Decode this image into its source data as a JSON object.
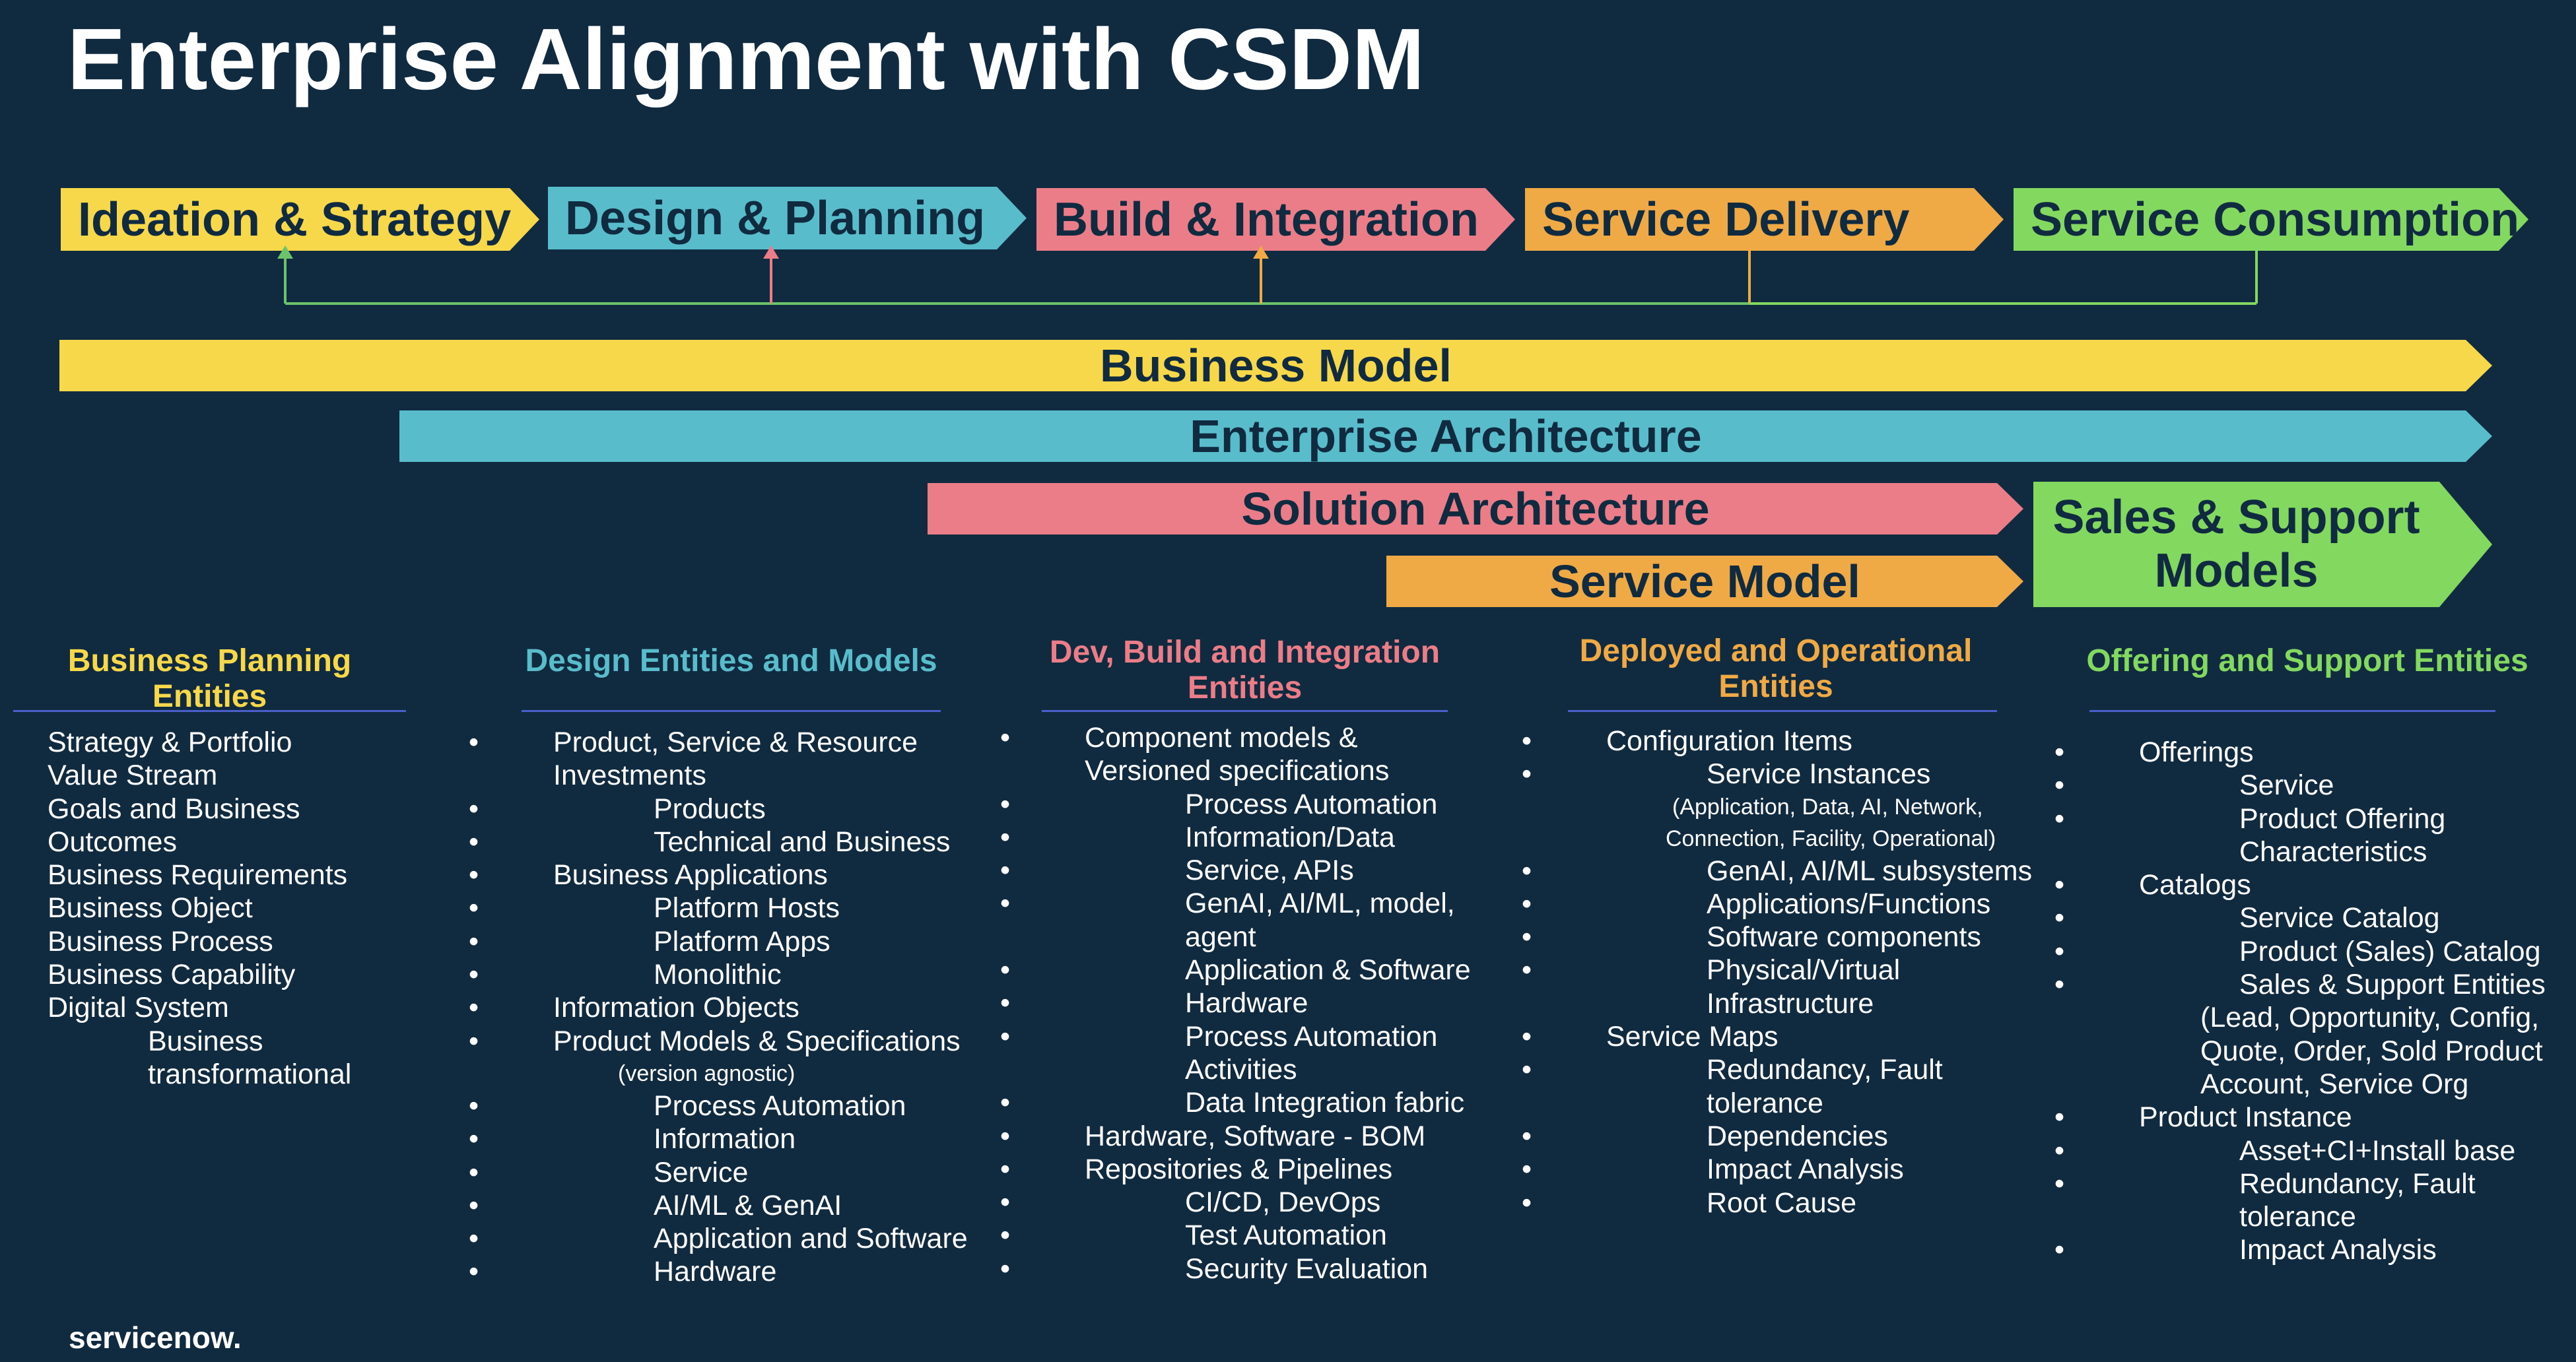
{
  "title": "Enterprise Alignment with CSDM",
  "colors": {
    "background": "#102a40",
    "yellow": "#f7d84a",
    "teal": "#58bccb",
    "pink": "#ea7d87",
    "orange": "#f0aa45",
    "green": "#83d860",
    "dark_text": "#102a40",
    "rule": "#4a5fc9"
  },
  "phases": [
    {
      "label": "Ideation & Strategy"
    },
    {
      "label": "Design & Planning"
    },
    {
      "label": "Build & Integration"
    },
    {
      "label": "Service Delivery"
    },
    {
      "label": "Service Consumption"
    }
  ],
  "bands": {
    "business_model": "Business Model",
    "enterprise_architecture": "Enterprise Architecture",
    "solution_architecture": "Solution Architecture",
    "service_model": "Service Model",
    "sales_support_line1": "Sales & Support",
    "sales_support_line2": "Models"
  },
  "columns": [
    {
      "heading": "Business Planning Entities",
      "items": [
        {
          "text": "Strategy & Portfolio"
        },
        {
          "text": "Value Stream"
        },
        {
          "text": "Goals and Business"
        },
        {
          "text": "Outcomes"
        },
        {
          "text": "Business Requirements"
        },
        {
          "text": "Business Object"
        },
        {
          "text": "Business Process"
        },
        {
          "text": "Business Capability"
        },
        {
          "text": "Digital System"
        },
        {
          "text": "Business"
        },
        {
          "text": "transformational"
        }
      ]
    },
    {
      "heading": "Design Entities and Models",
      "items": [
        {
          "text": "Product, Service & Resource"
        },
        {
          "text": "Investments"
        },
        {
          "text": "Products"
        },
        {
          "text": "Technical and Business"
        },
        {
          "text": "Business Applications"
        },
        {
          "text": "Platform Hosts"
        },
        {
          "text": "Platform Apps"
        },
        {
          "text": "Monolithic"
        },
        {
          "text": "Information Objects"
        },
        {
          "text": "Product Models & Specifications"
        },
        {
          "text": "(version agnostic)"
        },
        {
          "text": "Process Automation"
        },
        {
          "text": "Information"
        },
        {
          "text": "Service"
        },
        {
          "text": "AI/ML & GenAI"
        },
        {
          "text": "Application and Software"
        },
        {
          "text": "Hardware"
        }
      ]
    },
    {
      "heading_line1": "Dev, Build and Integration",
      "heading_line2": "Entities",
      "items": [
        {
          "text": "Component models &"
        },
        {
          "text": "Versioned specifications"
        },
        {
          "text": "Process Automation"
        },
        {
          "text": "Information/Data"
        },
        {
          "text": "Service, APIs"
        },
        {
          "text": "GenAI, AI/ML, model,"
        },
        {
          "text": "agent"
        },
        {
          "text": "Application & Software"
        },
        {
          "text": "Hardware"
        },
        {
          "text": "Process Automation"
        },
        {
          "text": "Activities"
        },
        {
          "text": "Data Integration fabric"
        },
        {
          "text": "Hardware, Software - BOM"
        },
        {
          "text": "Repositories & Pipelines"
        },
        {
          "text": "CI/CD, DevOps"
        },
        {
          "text": "Test Automation"
        },
        {
          "text": "Security Evaluation"
        }
      ]
    },
    {
      "heading_line1": "Deployed and Operational",
      "heading_line2": "Entities",
      "items": [
        {
          "text": "Configuration Items"
        },
        {
          "text": "Service Instances"
        },
        {
          "text": "(Application, Data, AI, Network,"
        },
        {
          "text": "Connection, Facility, Operational)"
        },
        {
          "text": "GenAI, AI/ML subsystems"
        },
        {
          "text": "Applications/Functions"
        },
        {
          "text": "Software components"
        },
        {
          "text": "Physical/Virtual"
        },
        {
          "text": "Infrastructure"
        },
        {
          "text": "Service Maps"
        },
        {
          "text": "Redundancy, Fault"
        },
        {
          "text": "tolerance"
        },
        {
          "text": "Dependencies"
        },
        {
          "text": "Impact Analysis"
        },
        {
          "text": "Root Cause"
        }
      ]
    },
    {
      "heading": "Offering and Support Entities",
      "items": [
        {
          "text": "Offerings"
        },
        {
          "text": "Service"
        },
        {
          "text": "Product Offering"
        },
        {
          "text": "Characteristics"
        },
        {
          "text": "Catalogs"
        },
        {
          "text": "Service Catalog"
        },
        {
          "text": "Product (Sales) Catalog"
        },
        {
          "text": "Sales & Support Entities"
        },
        {
          "text": "(Lead, Opportunity, Config,"
        },
        {
          "text": "Quote, Order, Sold Product"
        },
        {
          "text": "Account, Service Org"
        },
        {
          "text": "Product Instance"
        },
        {
          "text": "Asset+CI+Install base"
        },
        {
          "text": "Redundancy, Fault"
        },
        {
          "text": "tolerance"
        },
        {
          "text": "Impact Analysis"
        }
      ]
    }
  ],
  "logo": "servicenow."
}
